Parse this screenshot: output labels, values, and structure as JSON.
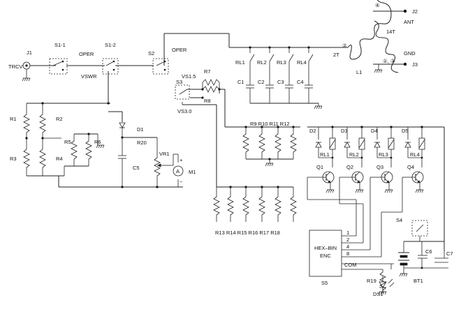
{
  "labels": {
    "J1": "J1",
    "TRCV": "TRCV",
    "S1_1": "S1-1",
    "S1_2": "S1-2",
    "OPER1": "OPER",
    "VSWR": "VSWR",
    "S2": "S2",
    "OPER2": "OPER",
    "RL1_top": "RL1",
    "RL2_top": "RL2",
    "RL3_top": "RL3",
    "RL4_top": "RL4",
    "C1": "C1",
    "C2": "C2",
    "C3": "C3",
    "C4": "C4",
    "t2T": "2T",
    "L1": "L1",
    "n4": "④",
    "n2": "②",
    "n13": "①, ③",
    "J2": "J2",
    "ANT": "ANT",
    "t14T": "14T",
    "GND": "GND",
    "J3": "J3",
    "VS15": "VS1.5",
    "R7": "R7",
    "R8": "R8",
    "S3": "S3",
    "VS30": "VS3.0",
    "R1": "R1",
    "R2": "R2",
    "R3": "R3",
    "R4": "R4",
    "R5": "R5",
    "R6": "R6",
    "D1": "D1",
    "R20": "R20",
    "VR1": "VR1",
    "C5": "C5",
    "M1": "M1",
    "A": "A",
    "plus": "+",
    "minus": "−",
    "R9_12": "R9 R10 R11 R12",
    "R13_18": "R13 R14 R15 R16 R17 R18",
    "D2": "D2",
    "D3": "D3",
    "D4": "D4",
    "D5": "D5",
    "RL1_coil": "RL1",
    "RL2_coil": "RL2",
    "RL3_coil": "RL3",
    "RL4_coil": "RL4",
    "Q1": "Q1",
    "Q2": "Q2",
    "Q3": "Q3",
    "Q4": "Q4",
    "enc1": "HEX–BIN",
    "enc2": "ENC",
    "p1": "1",
    "p2": "2",
    "p4": "4",
    "p8": "8",
    "pCOM": "COM",
    "S5": "S5",
    "S4": "S4",
    "C6": "C6",
    "C7": "C7",
    "BT1": "BT1",
    "R19": "R19",
    "DS1": "DS1"
  },
  "icons": {
    "connector": "bnc-connector-icon",
    "ground": "ground-icon",
    "resistor": "resistor-icon",
    "capacitor": "capacitor-icon",
    "diode": "diode-icon",
    "transistor": "npn-transistor-icon",
    "coil": "relay-coil-icon",
    "meter": "ammeter-icon",
    "battery": "battery-icon",
    "led": "led-icon"
  },
  "colors": {
    "ink": "#222222",
    "background": "#ffffff"
  }
}
